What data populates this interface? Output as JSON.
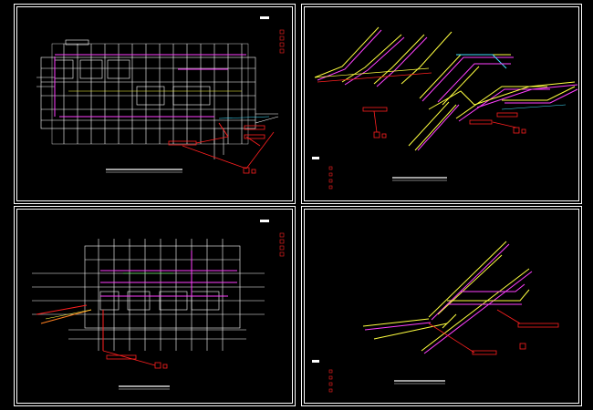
{
  "app": {
    "title": "",
    "panels": [
      {
        "id": "plan-top",
        "label": ""
      },
      {
        "id": "iso-top",
        "label": ""
      },
      {
        "id": "plan-bottom",
        "label": ""
      },
      {
        "id": "iso-bottom",
        "label": ""
      }
    ]
  },
  "colors": {
    "background": "#000000",
    "frame": "#ffffff",
    "grid": "#ffffff",
    "pipe_red": "#ff2020",
    "pipe_yellow": "#ffff40",
    "pipe_magenta": "#ff40ff",
    "pipe_cyan": "#40e0ff",
    "pipe_orange": "#ff8020",
    "pipe_green": "#40ff40"
  }
}
